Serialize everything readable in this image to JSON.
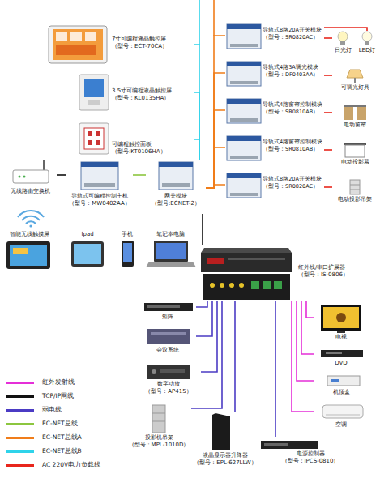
{
  "diagram": {
    "nodes": [
      {
        "text": [
          "7寸可编程液晶触控屏",
          "（型号：ECT-70CA）"
        ]
      },
      {
        "text": [
          "3.5寸可编程液晶触控屏",
          "（型号：KL0135HA）"
        ]
      },
      {
        "text": [
          "可编程触控面板",
          "（型号:KT0106HA）"
        ]
      },
      {
        "text": [
          "无线路由交换机"
        ]
      },
      {
        "text": [
          "导轨式可编程控制主机",
          "（型号：MW0402AA）"
        ]
      },
      {
        "text": [
          "网关模块",
          "（型号:ECNET-2）"
        ]
      },
      {
        "text": [
          "智能无线触摸屏"
        ]
      },
      {
        "text": [
          "Ipad"
        ]
      },
      {
        "text": [
          "手机"
        ]
      },
      {
        "text": [
          "笔记本电脑"
        ]
      },
      {
        "text": [
          "导轨式8路20A开关模块",
          "（型号：SR0820AC）"
        ]
      },
      {
        "text": [
          "日光灯"
        ]
      },
      {
        "text": [
          "LED灯"
        ]
      },
      {
        "text": [
          "导轨式4路3A调光模块",
          "（型号：DF0403AA）"
        ]
      },
      {
        "text": [
          "可调光灯具"
        ]
      },
      {
        "text": [
          "导轨式4路窗帘控制模块",
          "（型号：SR0810AB）"
        ]
      },
      {
        "text": [
          "电动窗帘"
        ]
      },
      {
        "text": [
          "导轨式4路窗帘控制模块",
          "（型号：SR0810AB）"
        ]
      },
      {
        "text": [
          "电动投影幕"
        ]
      },
      {
        "text": [
          "导轨式8路20A开关模块",
          "（型号：SR0820AC）"
        ]
      },
      {
        "text": [
          "电动投影吊架"
        ]
      },
      {
        "text": [
          "红外线/串口扩展器",
          "（型号：IS-0806）"
        ]
      },
      {
        "text": [
          "电视"
        ]
      },
      {
        "text": [
          "DVD"
        ]
      },
      {
        "text": [
          "机顶盒"
        ]
      },
      {
        "text": [
          "空调"
        ]
      },
      {
        "text": [
          "矩阵"
        ]
      },
      {
        "text": [
          "会议系统"
        ]
      },
      {
        "text": [
          "数字功放",
          "（型号：AP415）"
        ]
      },
      {
        "text": [
          "投影机吊架",
          "（型号：MPL-1010D）"
        ]
      },
      {
        "text": [
          "液晶显示器升降器",
          "（型号：EPL-627LLW）"
        ]
      },
      {
        "text": [
          "电源控制器",
          "（型号：IPCS-0810）"
        ]
      }
    ],
    "edges": [
      {
        "from": 0,
        "to": 5,
        "arrow": "none"
      },
      {
        "from": 1,
        "to": 5,
        "arrow": "none"
      },
      {
        "from": 2,
        "to": 5,
        "arrow": "none"
      },
      {
        "from": 3,
        "to": 4,
        "arrow": "none"
      },
      {
        "from": 4,
        "to": 5,
        "arrow": "none"
      },
      {
        "from": 5,
        "to": 10,
        "arrow": "none"
      },
      {
        "from": 5,
        "to": 13,
        "arrow": "none"
      },
      {
        "from": 5,
        "to": 15,
        "arrow": "none"
      },
      {
        "from": 5,
        "to": 17,
        "arrow": "none"
      },
      {
        "from": 5,
        "to": 19,
        "arrow": "none"
      },
      {
        "from": 10,
        "to": 11,
        "arrow": "none"
      },
      {
        "from": 10,
        "to": 12,
        "arrow": "none"
      },
      {
        "from": 13,
        "to": 14,
        "arrow": "none"
      },
      {
        "from": 15,
        "to": 16,
        "arrow": "none"
      },
      {
        "from": 17,
        "to": 18,
        "arrow": "none"
      },
      {
        "from": 19,
        "to": 20,
        "arrow": "none"
      },
      {
        "from": 5,
        "to": 21,
        "arrow": "none"
      },
      {
        "from": 21,
        "to": 22,
        "arrow": "none"
      },
      {
        "from": 21,
        "to": 23,
        "arrow": "none"
      },
      {
        "from": 21,
        "to": 24,
        "arrow": "none"
      },
      {
        "from": 21,
        "to": 25,
        "arrow": "none"
      },
      {
        "from": 21,
        "to": 26,
        "arrow": "none"
      },
      {
        "from": 21,
        "to": 27,
        "arrow": "none"
      },
      {
        "from": 21,
        "to": 28,
        "arrow": "none"
      },
      {
        "from": 21,
        "to": 29,
        "arrow": "none"
      },
      {
        "from": 21,
        "to": 30,
        "arrow": "none"
      },
      {
        "from": 21,
        "to": 31,
        "arrow": "none"
      }
    ],
    "legend": [
      {
        "text": "红外发射线",
        "color": "#e52fd8"
      },
      {
        "text": "TCP/IP网线",
        "color": "#111111"
      },
      {
        "text": "弱电线",
        "color": "#4b3bc4"
      },
      {
        "text": "EC-NET总线",
        "color": "#8cc63f"
      },
      {
        "text": "EC-NET总线A",
        "color": "#f07d1a"
      },
      {
        "text": "EC-NET总线B",
        "color": "#2fd3ea"
      },
      {
        "text": "AC 220V电力负载线",
        "color": "#e8261c"
      }
    ]
  }
}
